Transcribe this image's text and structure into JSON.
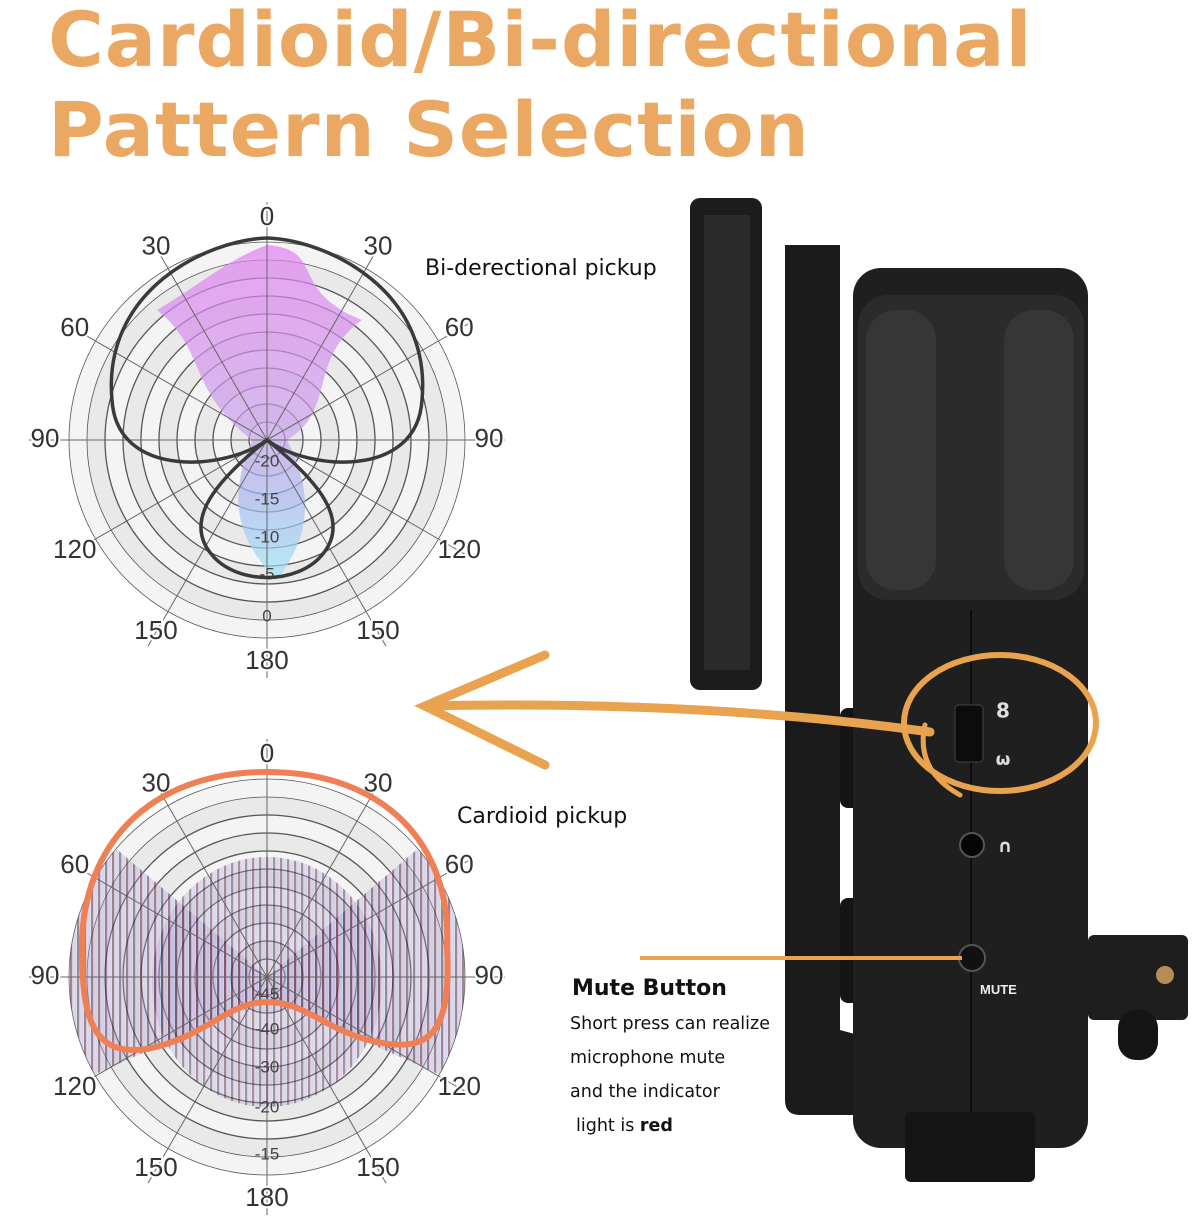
{
  "title": {
    "line1": "Cardioid/Bi-directional",
    "line2": "Pattern Selection"
  },
  "colors": {
    "title": "#eba862",
    "annotation": "#e9a24e",
    "cardioid_curve": "#ef7f55",
    "bidirectional_curve": "#3a3a3a"
  },
  "charts": [
    {
      "caption": "Bi-derectional pickup",
      "angle_labels": {
        "top": "0",
        "bottom": "180",
        "a30": "30",
        "a60": "60",
        "a90": "90",
        "a120": "120",
        "a150": "150"
      },
      "ring_labels": [
        "-20",
        "-15",
        "-10",
        "-5",
        "0"
      ]
    },
    {
      "caption": "Cardioid pickup",
      "angle_labels": {
        "top": "0",
        "bottom": "180",
        "a30": "30",
        "a60": "60",
        "a90": "90",
        "a120": "120",
        "a150": "150"
      },
      "ring_labels": [
        "-45",
        "-40",
        "-30",
        "-20",
        "-15"
      ]
    }
  ],
  "mute": {
    "heading": "Mute Button",
    "lines": [
      "Short press can realize",
      "microphone mute",
      "and the indicator",
      "light is "
    ],
    "emphasis": "red",
    "device_label": "MUTE"
  },
  "icons": {
    "pattern_switch_top": "figure-eight-icon",
    "pattern_switch_bottom": "cardioid-icon",
    "headphone_jack": "headphone-icon"
  }
}
